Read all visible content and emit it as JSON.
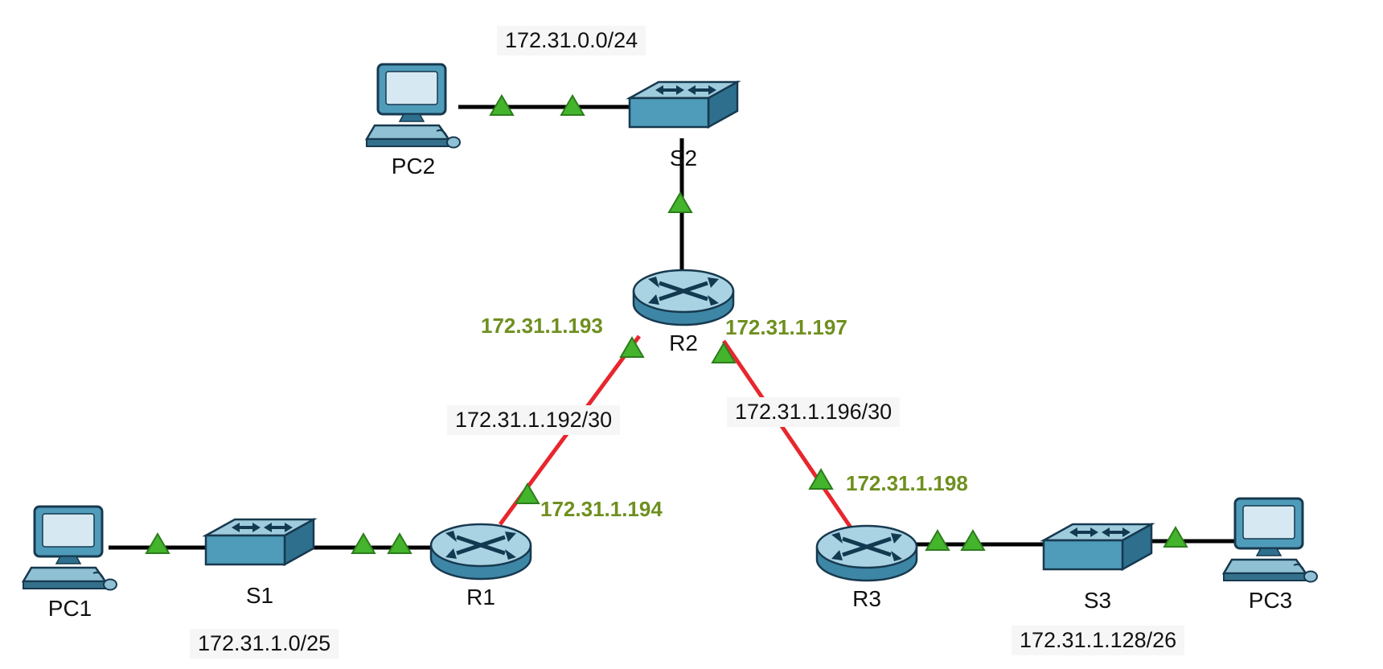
{
  "devices": [
    {
      "id": "pc2",
      "type": "pc",
      "label": "PC2"
    },
    {
      "id": "s2",
      "type": "switch",
      "label": "S2"
    },
    {
      "id": "r2",
      "type": "router",
      "label": "R2"
    },
    {
      "id": "pc1",
      "type": "pc",
      "label": "PC1"
    },
    {
      "id": "s1",
      "type": "switch",
      "label": "S1"
    },
    {
      "id": "r1",
      "type": "router",
      "label": "R1"
    },
    {
      "id": "r3",
      "type": "router",
      "label": "R3"
    },
    {
      "id": "s3",
      "type": "switch",
      "label": "S3"
    },
    {
      "id": "pc3",
      "type": "pc",
      "label": "PC3"
    }
  ],
  "networks": [
    {
      "id": "lan-s2",
      "label": "172.31.0.0/24"
    },
    {
      "id": "wan-r1-r2",
      "label": "172.31.1.192/30"
    },
    {
      "id": "wan-r2-r3",
      "label": "172.31.1.196/30"
    },
    {
      "id": "lan-s1",
      "label": "172.31.1.0/25"
    },
    {
      "id": "lan-s3",
      "label": "172.31.1.128/26"
    }
  ],
  "interface_ips": [
    {
      "id": "r2-serial-to-r1",
      "label": "172.31.1.193"
    },
    {
      "id": "r2-serial-to-r3",
      "label": "172.31.1.197"
    },
    {
      "id": "r1-serial-to-r2",
      "label": "172.31.1.194"
    },
    {
      "id": "r3-serial-to-r2",
      "label": "172.31.1.198"
    }
  ],
  "links": [
    {
      "from": "PC2",
      "to": "S2",
      "type": "ethernet",
      "status": "up"
    },
    {
      "from": "S2",
      "to": "R2",
      "type": "ethernet",
      "status": "up"
    },
    {
      "from": "R2",
      "to": "R1",
      "type": "serial",
      "status": "up"
    },
    {
      "from": "R2",
      "to": "R3",
      "type": "serial",
      "status": "up"
    },
    {
      "from": "PC1",
      "to": "S1",
      "type": "ethernet",
      "status": "up"
    },
    {
      "from": "S1",
      "to": "R1",
      "type": "ethernet",
      "status": "up"
    },
    {
      "from": "R3",
      "to": "S3",
      "type": "ethernet",
      "status": "up"
    },
    {
      "from": "S3",
      "to": "PC3",
      "type": "ethernet",
      "status": "up"
    }
  ],
  "colors": {
    "ethernet_link": "#000000",
    "serial_link": "#e8262d",
    "status_up_triangle": "#44b42c",
    "interface_ip_text": "#6f8f1f",
    "device_body": "#4f9cba",
    "label_text": "#111111"
  }
}
